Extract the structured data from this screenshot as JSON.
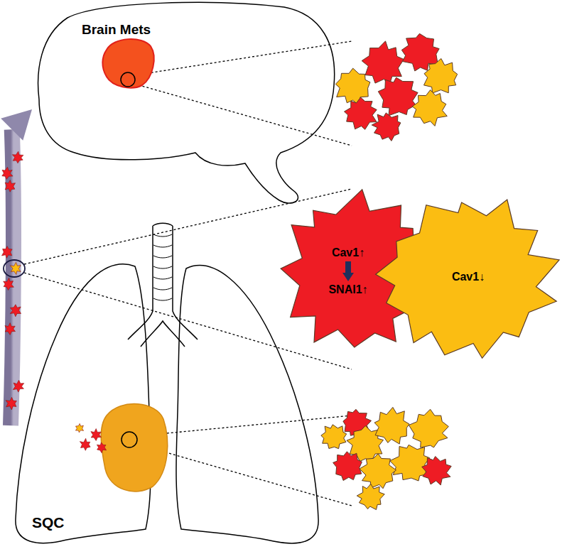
{
  "diagram": {
    "nodes": [
      {
        "text": [
          "Brain Mets"
        ]
      },
      {
        "text": [
          "Cav1↑",
          "SNAI1↑"
        ]
      },
      {
        "text": [
          "Cav1↓"
        ]
      },
      {
        "text": [
          "SQC"
        ]
      }
    ],
    "edges": [
      {
        "from": 3,
        "to": 0,
        "arrow": "to"
      }
    ]
  }
}
